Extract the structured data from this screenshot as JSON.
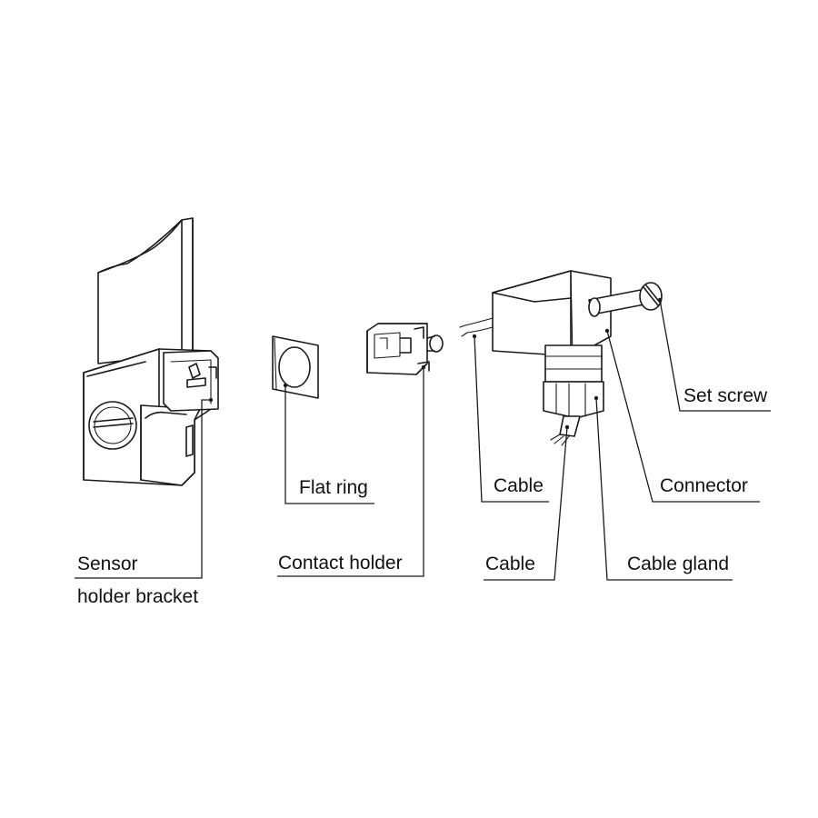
{
  "labels": {
    "sensor_holder_line1": "Sensor",
    "sensor_holder_line2": "holder bracket",
    "flat_ring": "Flat ring",
    "contact_holder": "Contact holder",
    "cable_upper": "Cable",
    "cable_lower": "Cable",
    "connector": "Connector",
    "set_screw": "Set screw",
    "cable_gland": "Cable gland"
  },
  "colors": {
    "line": "#1a1a1a",
    "background": "#ffffff",
    "text": "#111111"
  }
}
